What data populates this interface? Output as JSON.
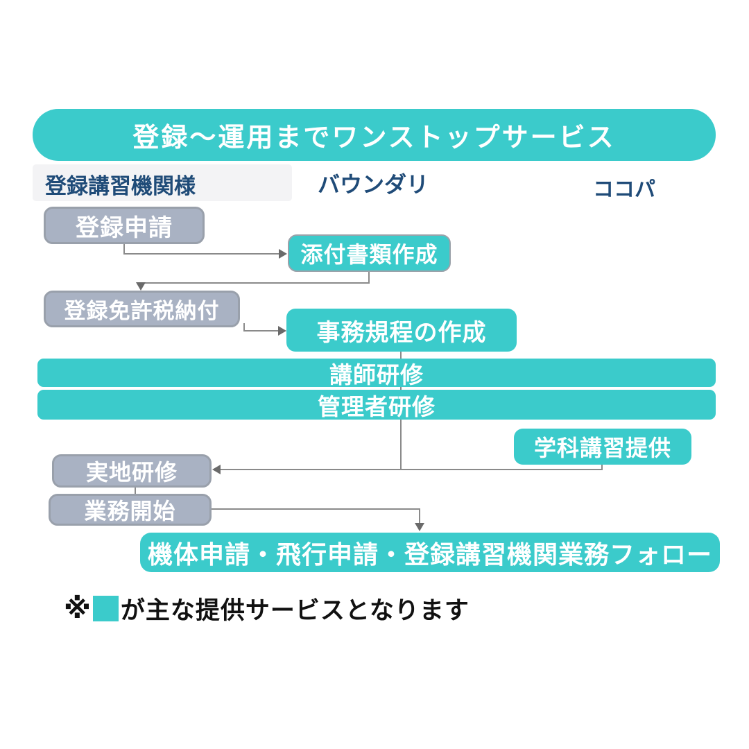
{
  "banner": {
    "title": "登録〜運用までワンストップサービス"
  },
  "columns": {
    "registered_training_org": "登録講習機関様",
    "boundary": "バウンダリ",
    "cocopa": "ココパ"
  },
  "nodes": {
    "registration_application": "登録申請",
    "attachment_documents": "添付書類作成",
    "registration_license_tax": "登録免許税納付",
    "office_regulations": "事務規程の作成",
    "instructor_training": "講師研修",
    "manager_training": "管理者研修",
    "academic_course_provision": "学科講習提供",
    "practical_training": "実地研修",
    "business_start": "業務開始",
    "followup_bar": "機体申請・飛行申請・登録講習機関業務フォロー"
  },
  "footer": {
    "marker": "※",
    "note": "が主な提供サービスとなります"
  },
  "colors": {
    "teal": "#3BCBCB",
    "gray_box": "#A9B2C3",
    "gray_box_border": "#99A0AB",
    "navy_heading": "#1F4B78",
    "connector": "#8A8A8A"
  }
}
